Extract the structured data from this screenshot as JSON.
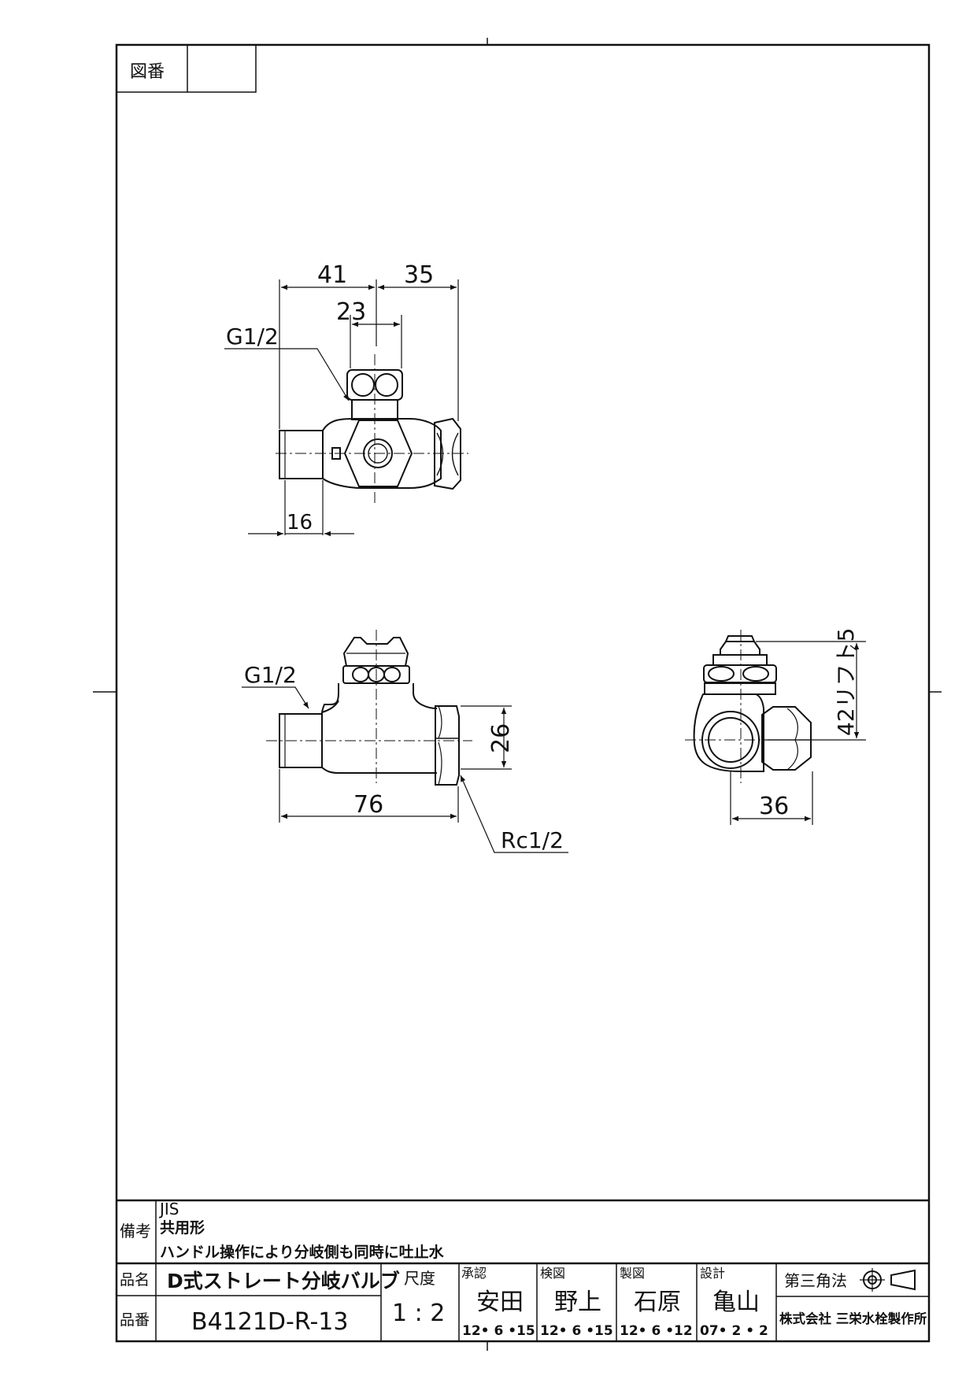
{
  "drawing_number_box": {
    "label": "図番",
    "value": ""
  },
  "views": {
    "top": {
      "dims": {
        "left": "41",
        "right": "35",
        "width": "23",
        "thread": "16"
      },
      "thread_label": "G1/2"
    },
    "front": {
      "dims": {
        "length": "76",
        "height": "26"
      },
      "inlet_label": "G1/2",
      "outlet_label": "Rc1/2"
    },
    "side": {
      "dims": {
        "height": "42リフト5",
        "width": "36"
      }
    }
  },
  "title_block": {
    "remarks_label": "備考",
    "remarks": [
      "JIS",
      "共用形",
      "ハンドル操作により分岐側も同時に吐止水"
    ],
    "product_name_label": "品名",
    "product_name": "D式ストレート分岐バルブ",
    "product_number_label": "品番",
    "product_number": "B4121D-R-13",
    "scale_label": "尺度",
    "scale": "1 : 2",
    "approve": {
      "label": "承認",
      "name": "安田",
      "date": "12• 6 •15"
    },
    "check": {
      "label": "検図",
      "name": "野上",
      "date": "12• 6 •15"
    },
    "draft": {
      "label": "製図",
      "name": "石原",
      "date": "12• 6 •12"
    },
    "design": {
      "label": "設計",
      "name": "亀山",
      "date": "07• 2 • 2"
    },
    "projection_label": "第三角法",
    "company": "株式会社 三栄水栓製作所"
  }
}
